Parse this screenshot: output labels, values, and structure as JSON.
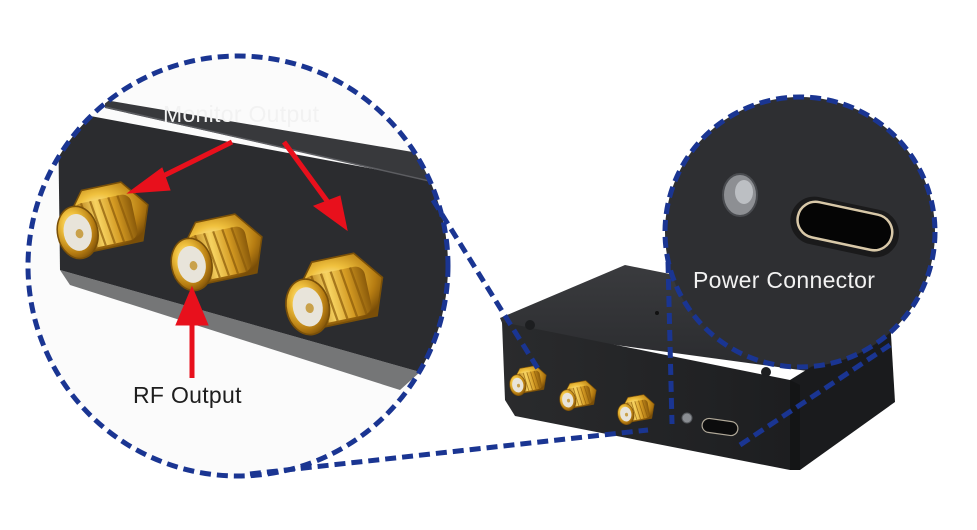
{
  "annotations": {
    "monitor_output": "Monitor Output",
    "rf_output": "RF Output",
    "power_connector": "Power Connector"
  },
  "colors": {
    "callout_outline": "#1a3592",
    "arrow": "#e8101c",
    "device_body": "#2a2b2d",
    "gold": "#d9a52a",
    "background": "#ffffff"
  },
  "icons": {
    "connector": "sma-connector-icon",
    "port": "usb-c-port-icon",
    "led": "led-indicator-icon"
  }
}
